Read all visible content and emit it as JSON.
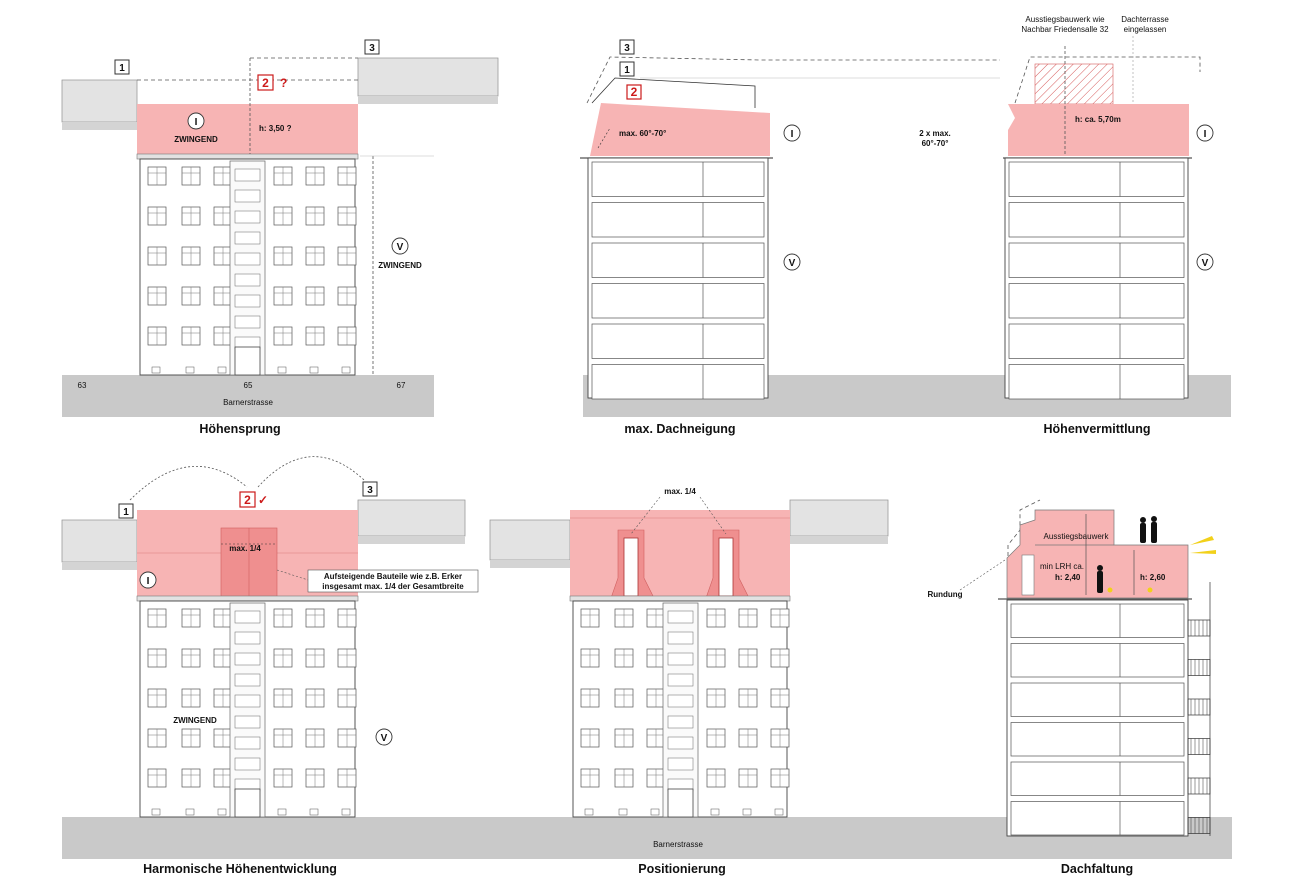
{
  "colors": {
    "pink": "#f7b4b4",
    "pink_dark": "#ea8a8a",
    "red": "#cc1a1a",
    "ground": "#c9c9c9",
    "neighbour": "#e3e3e3",
    "line": "#333333"
  },
  "panels": [
    {
      "caption": "Höhensprung",
      "box1": "1",
      "box2": "2",
      "box3": "3",
      "question": "?",
      "roman_top": "I",
      "zwingend_top": "ZWINGEND",
      "height": "h: 3,50 ?",
      "roman_mid": "V",
      "zwingend_mid": "ZWINGEND",
      "house_left": "63",
      "house_mid": "65",
      "house_right": "67",
      "street": "Barnerstrasse"
    },
    {
      "caption": "max. Dachneigung",
      "box1": "1",
      "box2": "2",
      "box3": "3",
      "angle": "max. 60°-70°",
      "roman_top": "I",
      "roman_mid": "V"
    },
    {
      "caption": "Höhenvermittlung",
      "exit_line1": "Ausstiegsbauwerk wie",
      "exit_line2": "Nachbar Friedensalle 32",
      "terrace_line1": "Dachterrasse",
      "terrace_line2": "eingelassen",
      "height": "h: ca. 5,70m",
      "angle_line1": "2 x max.",
      "angle_line2": "60°-70°",
      "roman_top": "I",
      "roman_mid": "V"
    },
    {
      "caption": "Harmonische Höhenentwicklung",
      "box1": "1",
      "box2": "2",
      "box3": "3",
      "check": "✓",
      "max_quarter": "max. 1/4",
      "note_line1": "Aufsteigende Bauteile wie z.B. Erker",
      "note_line2": "insgesamt  max. 1/4 der Gesamtbreite",
      "roman_top": "I",
      "zwingend": "ZWINGEND",
      "roman_mid": "V"
    },
    {
      "caption": "Positionierung",
      "max_quarter": "max. 1/4",
      "street": "Barnerstrasse"
    },
    {
      "caption": "Dachfaltung",
      "exit": "Ausstiegsbauwerk",
      "lrh": "min LRH ca.",
      "h1": "h: 2,40",
      "h2": "h: 2,60",
      "rounding": "Rundung"
    }
  ]
}
